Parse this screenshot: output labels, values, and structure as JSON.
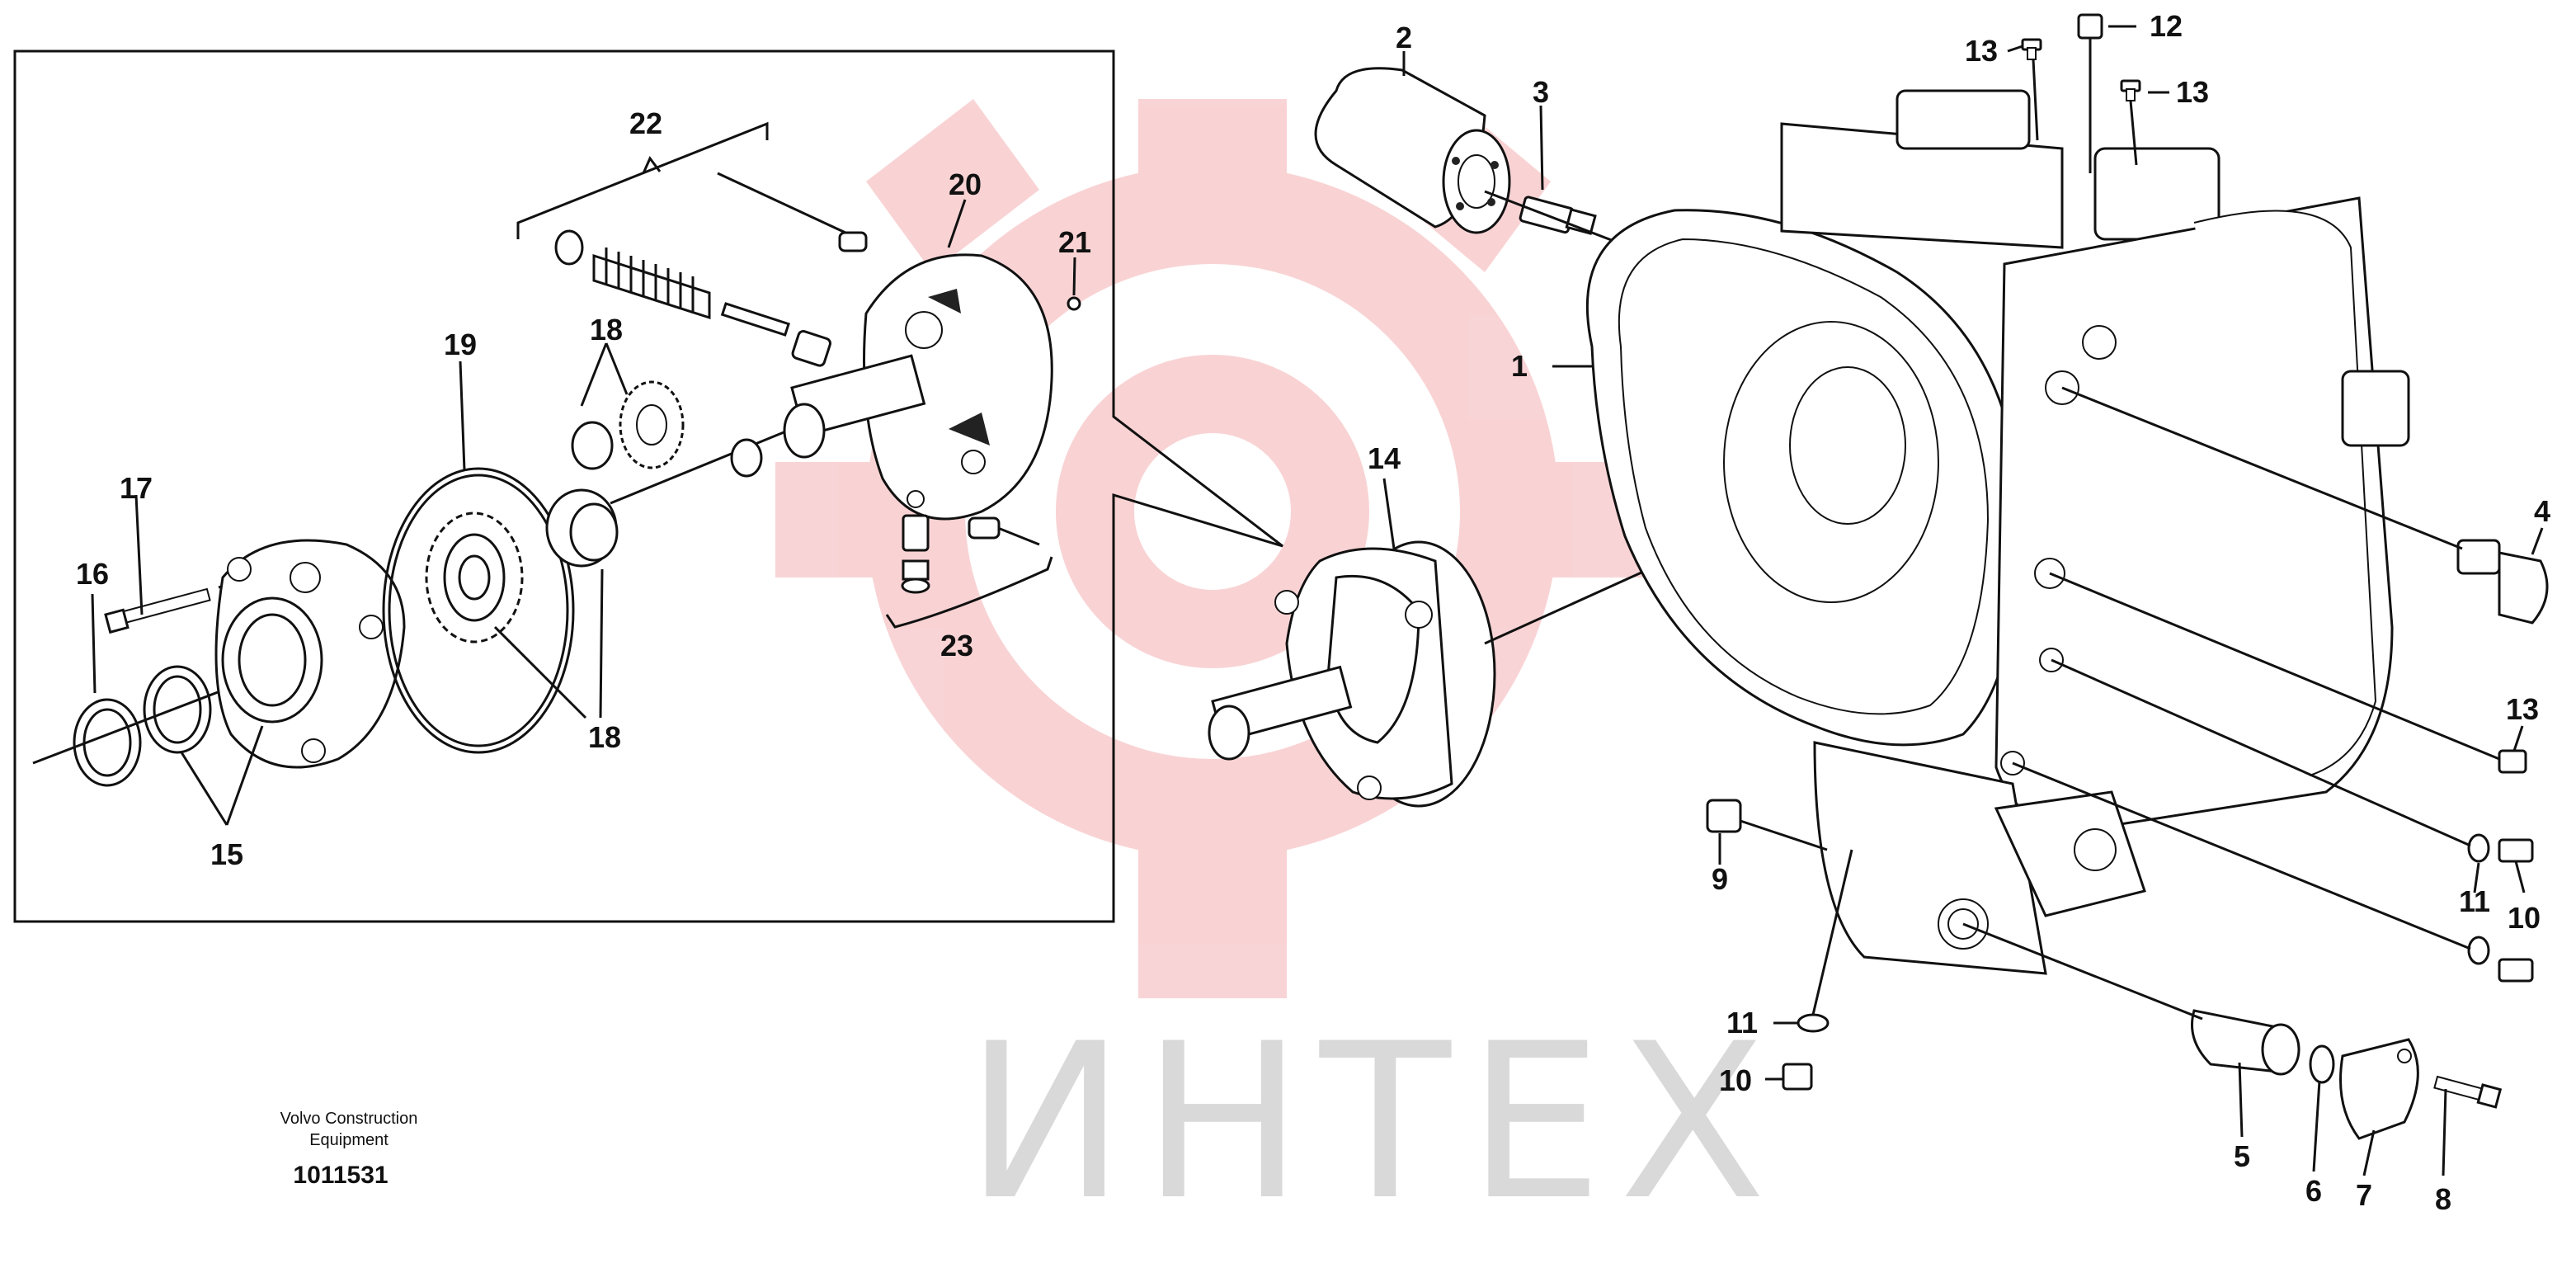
{
  "watermark": {
    "text": "ИНТЕХ",
    "color": "#e0101a",
    "text_color": "#d9d9d9"
  },
  "footer": {
    "manufacturer_line1": "Volvo Construction",
    "manufacturer_line2": "Equipment",
    "drawing_number": "1011531"
  },
  "callouts": {
    "c1": "1",
    "c2": "2",
    "c3": "3",
    "c4": "4",
    "c5": "5",
    "c6": "6",
    "c7": "7",
    "c8": "8",
    "c9": "9",
    "c10a": "10",
    "c10b": "10",
    "c11a": "11",
    "c11b": "11",
    "c12": "12",
    "c13a": "13",
    "c13b": "13",
    "c13c": "13",
    "c14": "14",
    "c15": "15",
    "c16": "16",
    "c17": "17",
    "c18a": "18",
    "c18b": "18",
    "c19": "19",
    "c20": "20",
    "c21": "21",
    "c22": "22",
    "c23": "23"
  }
}
